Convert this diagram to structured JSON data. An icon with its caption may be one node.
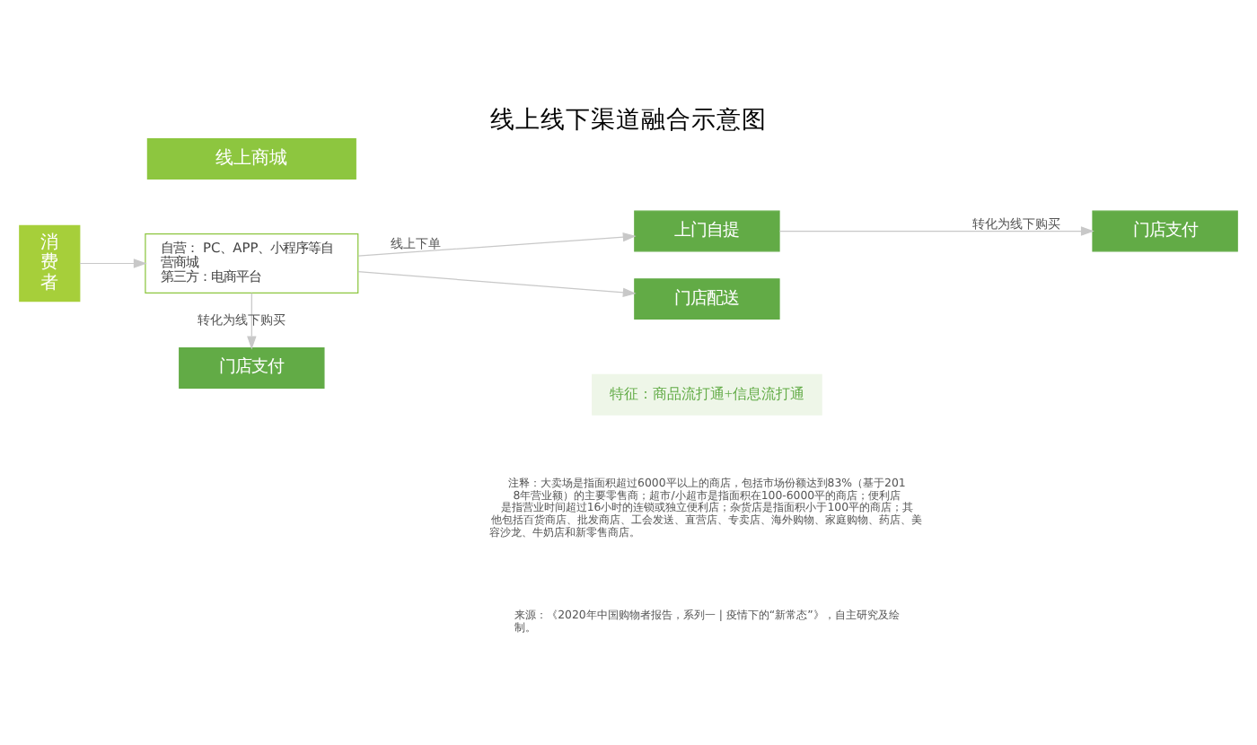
{
  "diagram": {
    "title": "线上线下渠道融合示意图",
    "nodes": [
      {
        "text": [
          "线上商城"
        ]
      },
      {
        "text": [
          "自营： PC、APP、小程序等自营商城",
          "第三方：电商平台"
        ]
      },
      {
        "text": [
          "消费者"
        ]
      },
      {
        "text": [
          "上门自提"
        ]
      },
      {
        "text": [
          "门店配送"
        ]
      },
      {
        "text": [
          "门店支付"
        ]
      },
      {
        "text": [
          "门店支付"
        ]
      },
      {
        "text": [
          "特征：商品流打通+信息流打通"
        ]
      }
    ],
    "edges": [
      {
        "from": 2,
        "to": 1,
        "arrow": "to",
        "color": "#c8c8c8"
      },
      {
        "from": 1,
        "to": 3,
        "arrow": "to",
        "label": "线上下单",
        "color": "#c8c8c8"
      },
      {
        "from": 1,
        "to": 4,
        "arrow": "to",
        "color": "#c8c8c8"
      },
      {
        "from": 1,
        "to": 5,
        "arrow": "to",
        "label": "转化为线下购买",
        "color": "#c8c8c8"
      },
      {
        "from": 3,
        "to": 6,
        "arrow": "to",
        "label": "转化为线下购买",
        "color": "#c8c8c8"
      }
    ],
    "labels": [
      "注释：大卖场是指面积超过6000平以上的商店，包括市场份额达到83%（基于2018年营业额）的主要零售商；超市/小超市是指面积在100-6000平的商店；便利店是指营业时间超过16小时的连锁或独立便利店；杂货店是指面积小于100平的商店；其他包括百货商店、批发商店、工会发送、直营店、专卖店、海外购物、家庭购物、药店、美容沙龙、牛奶店和新零售商店。",
      "来源：《2020年中国购物者报告，系列一 | 疫情下的“新常态”》，自主研究及绘制。"
    ]
  }
}
